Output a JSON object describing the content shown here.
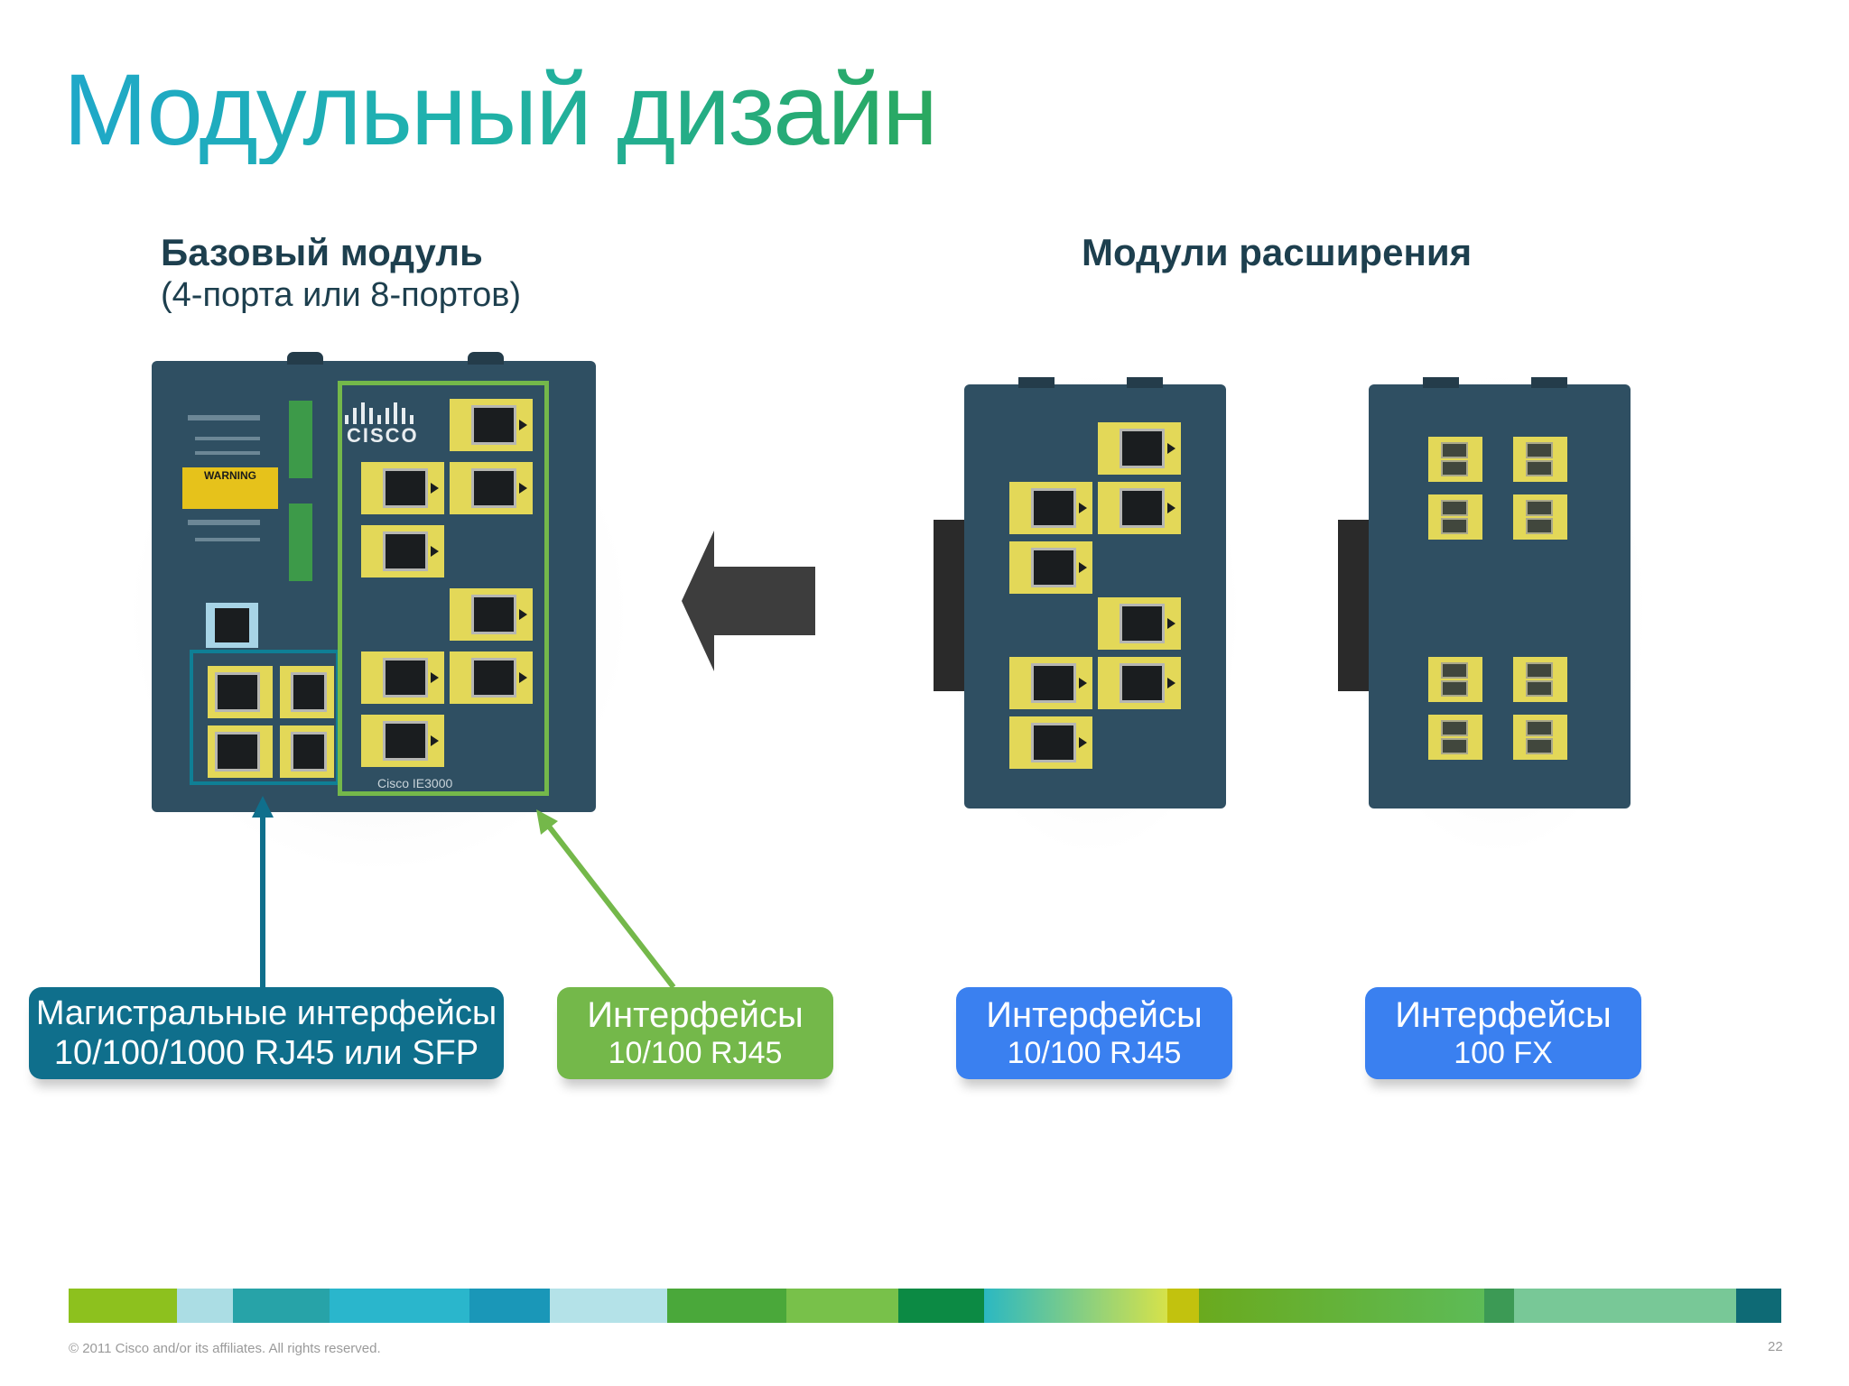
{
  "slide": {
    "title": "Модульный дизайн",
    "base_module": {
      "heading": "Базовый модуль",
      "subheading": "(4-порта или 8-портов)"
    },
    "expansion_modules": {
      "heading": "Модули расширения"
    },
    "device_labels": {
      "brand": "CISCO",
      "warning": "WARNING",
      "model": "Cisco IE3000"
    },
    "callouts": [
      {
        "line1": "Магистральные интерфейсы",
        "line2": "10/100/1000 RJ45 или SFP",
        "color": "#0f6f8c"
      },
      {
        "line1": "Интерфейсы",
        "line2": "10/100 RJ45",
        "color": "#74b84a"
      },
      {
        "line1": "Интерфейсы",
        "line2": "10/100 RJ45",
        "color": "#3a80f0"
      },
      {
        "line1": "Интерфейсы",
        "line2": "100 FX",
        "color": "#3a80f0"
      }
    ],
    "footer": "© 2011 Cisco and/or its affiliates. All rights reserved.",
    "page_number": "22",
    "colors": {
      "title_gradient": [
        "#1fa8c9",
        "#2aa85f"
      ],
      "heading": "#1d3f4e",
      "device_body": "#2f4f62",
      "port_frame": "#e3d858",
      "uplink_box": "#0f6f8c",
      "downlink_box": "#74b84a",
      "arrow": "#3d3d3d"
    }
  }
}
